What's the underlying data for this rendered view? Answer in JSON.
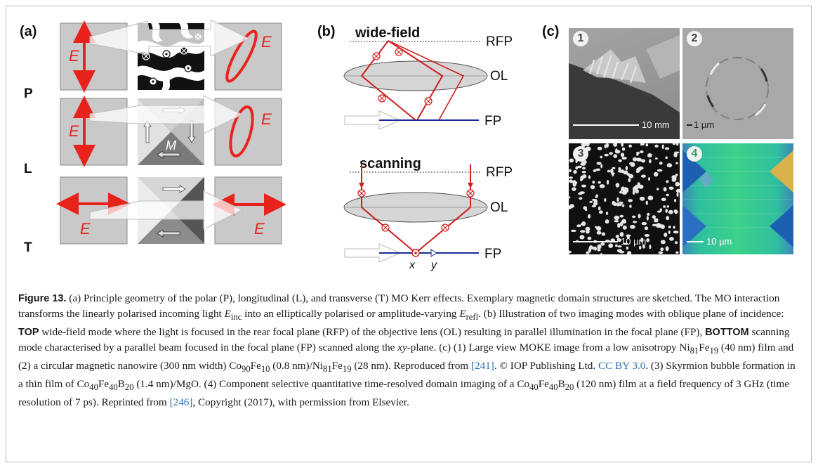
{
  "panel_a": {
    "label": "(a)",
    "rows": [
      {
        "label": "P",
        "e_in": "E",
        "e_out": "E"
      },
      {
        "label": "L",
        "e_in": "E",
        "e_out": "E",
        "m": "M"
      },
      {
        "label": "T",
        "e_in": "E",
        "e_out": "E"
      }
    ]
  },
  "panel_b": {
    "label": "(b)",
    "top_title": "wide-field",
    "bottom_title": "scanning",
    "rfp": "RFP",
    "ol": "OL",
    "fp": "FP",
    "x": "x",
    "y": "y"
  },
  "panel_c": {
    "label": "(c)",
    "images": [
      {
        "num": "1",
        "scale": "10 mm"
      },
      {
        "num": "2",
        "scale": "1 µm"
      },
      {
        "num": "3",
        "scale": "10 µm"
      },
      {
        "num": "4",
        "scale": "10 µm"
      }
    ]
  },
  "caption": {
    "fig": "Figure 13.",
    "t1": " (a) Principle geometry of the polar (P), longitudinal (L), and transverse (T) MO Kerr effects. Exemplary magnetic domain structures are sketched. The MO interaction transforms the linearly polarised incoming light ",
    "e_inc": "E",
    "inc": "inc",
    "t2": " into an elliptically polarised or amplitude-varying ",
    "e_refl": "E",
    "refl": "refl",
    "t3": ". (b) Illustration of two imaging modes with oblique plane of incidence: ",
    "top": "TOP",
    "t4": " wide-field mode where the light is focused in the rear focal plane (RFP) of the objective lens (OL) resulting in parallel illumination in the focal plane (FP), ",
    "bottom": "BOTTOM",
    "t5": " scanning mode characterised by a parallel beam focused in the focal plane (FP) scanned along the ",
    "xy": "xy",
    "t6": "-plane. (c) (1) Large view MOKE image from a low anisotropy Ni",
    "s81a": "81",
    "t7": "Fe",
    "s19a": "19",
    "t8": " (40 nm) film and (2) a circular magnetic nanowire (300 nm width) Co",
    "s90": "90",
    "t9": "Fe",
    "s10": "10",
    "t10": " (0.8 nm)/Ni",
    "s81b": "81",
    "t11": "Fe",
    "s19b": "19",
    "t12": " (28 nm). Reproduced from ",
    "ref1": "[241]",
    "t13": ". © IOP Publishing Ltd. ",
    "license": "CC BY 3.0",
    "t14": ". (3) Skyrmion bubble formation in a thin film of Co",
    "s40a": "40",
    "t15": "Fe",
    "s40b": "40",
    "t16": "B",
    "s20a": "20",
    "t17": " (1.4 nm)/MgO. (4) Component selective quantitative time-resolved domain imaging of a Co",
    "s40c": "40",
    "t18": "Fe",
    "s40d": "40",
    "t19": "B",
    "s20b": "20",
    "t20": " (120 nm) film at a field frequency of 3 GHz (time resolution of 7 ps). Reprinted from ",
    "ref2": "[246]",
    "t21": ", Copyright (2017), with permission from Elsevier."
  }
}
